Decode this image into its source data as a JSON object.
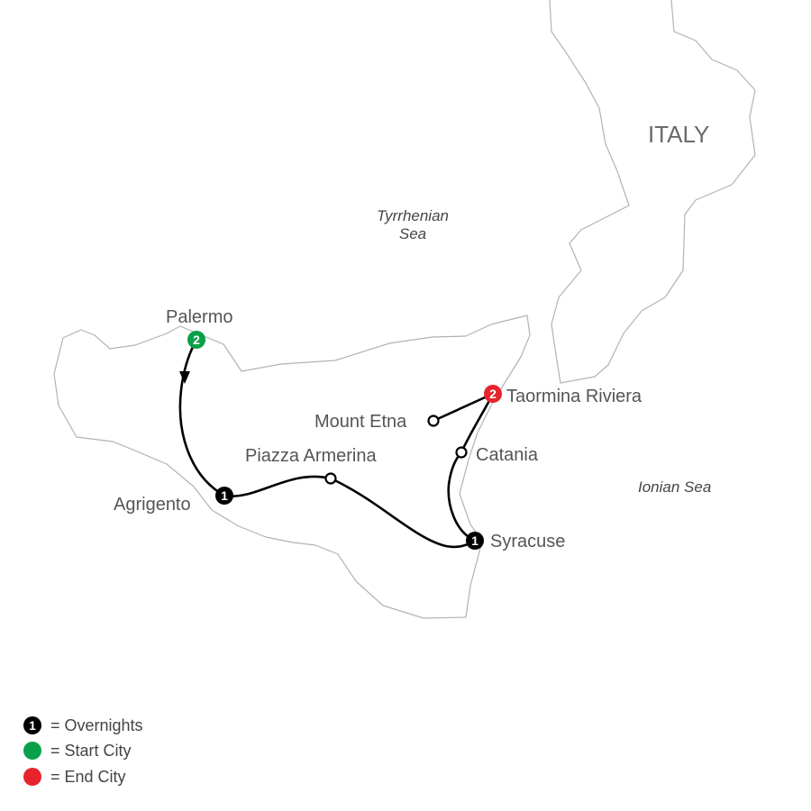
{
  "country": "ITALY",
  "seas": {
    "tyrrhenian_line1": "Tyrrhenian",
    "tyrrhenian_line2": "Sea",
    "ionian": "Ionian Sea"
  },
  "cities": {
    "palermo": {
      "label": "Palermo",
      "marker_number": "2",
      "type": "start"
    },
    "agrigento": {
      "label": "Agrigento",
      "marker_number": "1",
      "type": "overnight"
    },
    "piazza_armerina": {
      "label": "Piazza Armerina",
      "type": "waypoint"
    },
    "syracuse": {
      "label": "Syracuse",
      "marker_number": "1",
      "type": "overnight"
    },
    "catania": {
      "label": "Catania",
      "type": "waypoint"
    },
    "taormina": {
      "label": "Taormina Riviera",
      "marker_number": "2",
      "type": "end"
    },
    "mount_etna": {
      "label": "Mount Etna",
      "type": "waypoint"
    }
  },
  "legend": {
    "overnights": {
      "icon_number": "1",
      "text": "= Overnights"
    },
    "start_city": {
      "text": "= Start City"
    },
    "end_city": {
      "text": "= End City"
    }
  },
  "colors": {
    "start": "#0aa04a",
    "end": "#e8232e",
    "overnight": "#000000",
    "route": "#000000",
    "coast": "#b3b3b3"
  }
}
